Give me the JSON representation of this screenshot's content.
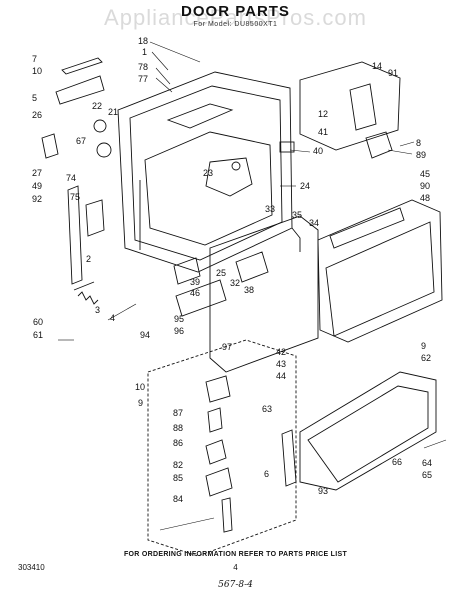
{
  "header": {
    "title": "DOOR PARTS",
    "subtitle": "For Model: DU8500XT1",
    "watermark": "AppliancePartsPros.com"
  },
  "footer": {
    "ordering_note": "FOR ORDERING INFORMATION REFER TO PARTS PRICE LIST",
    "page_number": "4",
    "drawing_code": "303410",
    "handwritten_code": "567-8-4"
  },
  "callouts": [
    "18",
    "1",
    "7",
    "10",
    "78",
    "77",
    "5",
    "26",
    "27",
    "49",
    "92",
    "22",
    "21",
    "67",
    "74",
    "75",
    "2",
    "60",
    "61",
    "3",
    "4",
    "14",
    "91",
    "12",
    "41",
    "40",
    "8",
    "89",
    "23",
    "24",
    "33",
    "35",
    "34",
    "25",
    "39",
    "46",
    "32",
    "38",
    "45",
    "90",
    "48",
    "95",
    "94",
    "96",
    "97",
    "9",
    "62",
    "42",
    "43",
    "44",
    "10",
    "9",
    "87",
    "88",
    "86",
    "82",
    "85",
    "84",
    "63",
    "6",
    "66",
    "64",
    "65",
    "93"
  ]
}
